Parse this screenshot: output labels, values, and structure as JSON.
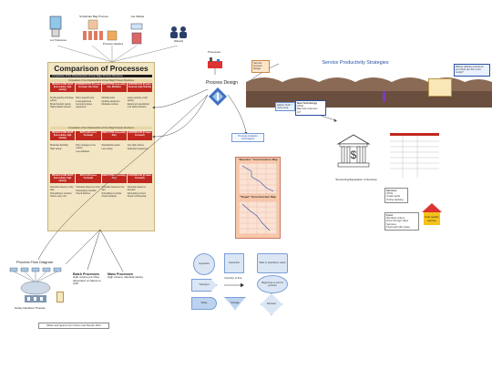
{
  "top_icons": {
    "labels": [
      "Lot Tolerance",
      "Simplicate Bag Process",
      "Process Heaters",
      "Joe Welder",
      "[Mixed]"
    ]
  },
  "comparison": {
    "title": "Comparison of Processes",
    "topbar": "Comparison of the Characteristics of Four Major Process Structures",
    "band1": "Comparison of the Characteristics of Four Major Process Structures",
    "band2": "Comparison of the Characteristics of Four Major Process Structures",
    "headers_row1": [
      "PROJECT/JOB SHOP (low volume, high variety)",
      "INTERMITTENT (Process Focused, Job shop)",
      "REPETITIVE (Assembly line, Modular)",
      "CONTINUOUS (Product Focused, High Volume)"
    ],
    "headers_row2": [
      "PROJECT/JOB SHOP (low volume, high variety)",
      "BATCH (Process Focused)",
      "REPETITIVE (Assembly line)",
      "CONTINUOUS (Product Focused)"
    ],
    "headers_row3": [
      "PROJECT/JOB SHOP (low volume, high variety)",
      "BATCH (Process Focused)",
      "REPETITIVE (Assembly line)",
      "CONTINUOUS (Product Focused)"
    ],
    "col_bullets_1": [
      [
        "Small quantity and large variety",
        "Broad product variety",
        "Highly skilled workers"
      ],
      [
        "Many departments",
        "Long lead times",
        "General purpose equipment"
      ],
      [
        "Modular parts",
        "Flexible equipment",
        "Moderate volume"
      ],
      [
        "Large quantity, small variety",
        "Equipment specialized",
        "Low skilled workers"
      ]
    ],
    "col_bullets_2": [
      [
        "Moderate flexibility",
        "High variety"
      ],
      [
        "Price changes in the market",
        "Low utilization"
      ],
      [
        "Standardized parts",
        "Low variety"
      ],
      [
        "Very high volume",
        "Dedicated equipment"
      ]
    ],
    "col_bullets_3": [
      [
        "Schedule based on ship date",
        "Scheduling is complex",
        "Check every unit"
      ],
      [
        "Schedule based on order",
        "Scheduling is flexible",
        "Check batches"
      ],
      [
        "Schedule based on line rate",
        "Scheduling is simple",
        "Check samples"
      ],
      [
        "Schedule based on demand",
        "Scheduling is fixed",
        "Check continuously"
      ]
    ]
  },
  "process_flow": {
    "title": "Process Flow Diagram",
    "caption": "Harley Davidson Process",
    "batch_title": "Batch Processes",
    "batch_text": "High volume job shop; dependent on failure to craft",
    "mass_title": "Mass Processes",
    "mass_text": "High volume, identical variety"
  },
  "source_note": "Slides and figures from Heizer and Render 2011",
  "process_design": {
    "top_label": "Processes",
    "title": "Process Design",
    "analysis_box": "Process Analysis Techniques",
    "ftm_title": "\"Baseline\" Time-Function Map",
    "ftm_title2": "\"Target\" Time-Function Map"
  },
  "service": {
    "title": "Service Productivity Strategies",
    "box1": "Service process design",
    "box2": "Higher Tech / more cost",
    "new_tech_title": "New Technology",
    "new_tech_lines": [
      "ATMs",
      "Barcode scanners",
      "IoT"
    ],
    "question": "Where delivery points do you think are the most costly?",
    "bank_caption": "Structuring/Separation of Services",
    "service_types": [
      "Services",
      "ATMs",
      "Credit cards",
      "Online banking"
    ],
    "food": [
      "Food",
      "Windows orders",
      "Drive through sales",
      "Services",
      "Fixed with QR codes"
    ],
    "house_label": "Fast quality service"
  },
  "flowchart": {
    "operation": "Operation",
    "inspection": "Inspection",
    "transport": "Transport",
    "delay": "Delay",
    "storage": "Storage",
    "decision": "Decision",
    "direction": "Direction of flow",
    "start_end": "Beginning or end of process",
    "info": "Start or stop/items name"
  },
  "colors": {
    "accent_red": "#c0281f",
    "panel_tan": "#f2e6c4",
    "tunnel_brown": "#8a6a54",
    "service_blue": "#2a4fa8"
  }
}
